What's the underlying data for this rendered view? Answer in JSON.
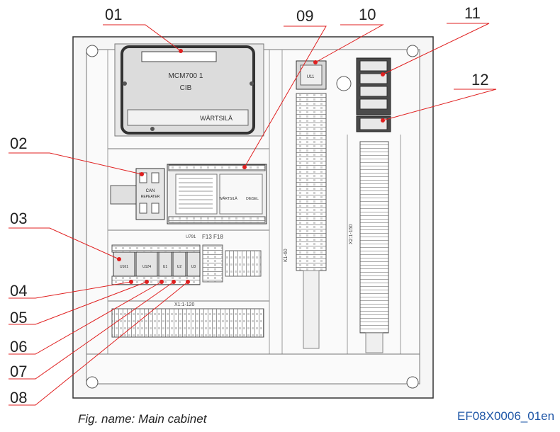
{
  "callouts": [
    "01",
    "02",
    "03",
    "04",
    "05",
    "06",
    "07",
    "08",
    "09",
    "10",
    "11",
    "12"
  ],
  "labels": {
    "mcm_line1": "MCM700 1",
    "mcm_line2": "CIB",
    "mcm_brand": "WÄRTSILÄ",
    "can_repeater_1": "CAN",
    "can_repeater_2": "REPEATER",
    "u791": "U791",
    "fuses": "F13  F18",
    "ctrl_brand": "WÄRTSILÄ",
    "ctrl_diesel": "DIESEL",
    "relay_u161": "U161",
    "relay_u124": "U124",
    "relay_u1": "U1",
    "relay_u2": "U2",
    "relay_u3": "U3",
    "x1": "X1:1-120",
    "k1": "K1-60",
    "x2": "X2:1-150",
    "u11": "U11"
  },
  "caption": "Fig. name: Main cabinet",
  "doc_id": "EF08X0006_01en",
  "colors": {
    "callout_line": "#e02020",
    "marker": "#e02020",
    "doc_id": "#1f57a7",
    "cabinet_fill": "#f6f6f6",
    "device_dark": "#4a4a4a"
  }
}
